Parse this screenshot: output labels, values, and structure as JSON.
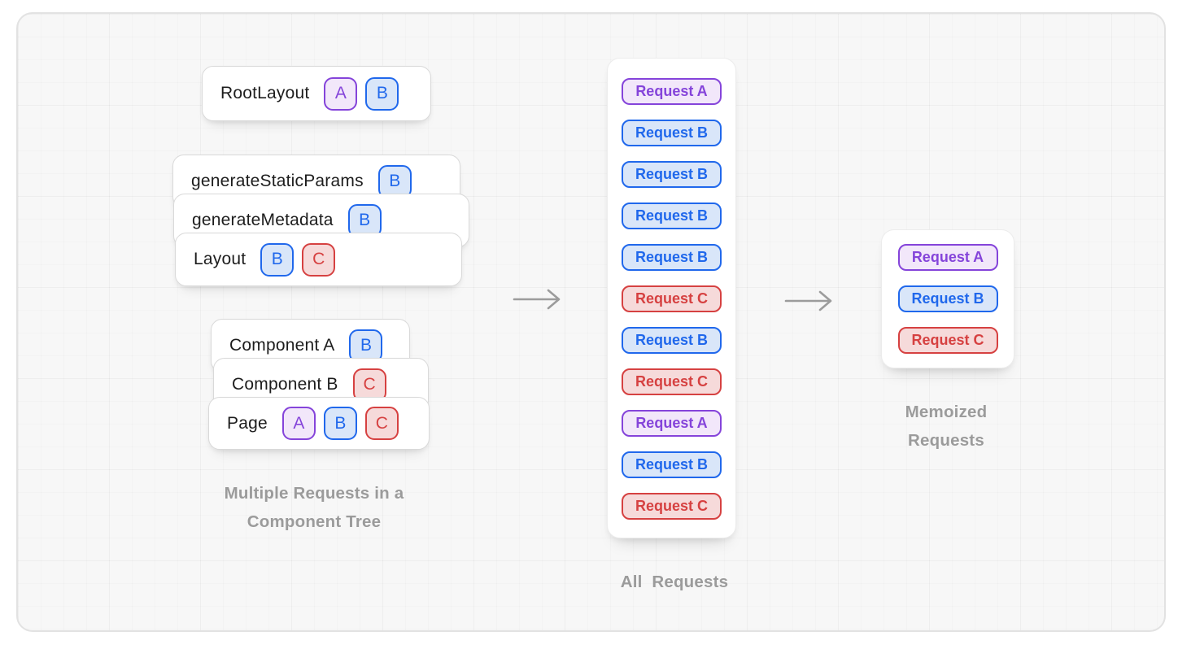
{
  "colors": {
    "A": {
      "border": "#9146d6",
      "bg": "#f2e7fa",
      "text": "#8544da"
    },
    "B": {
      "border": "#2166e0",
      "bg": "#d9e6f9",
      "text": "#2068ec"
    },
    "C": {
      "border": "#d04444",
      "bg": "#f6dada",
      "text": "#d64141"
    }
  },
  "left": {
    "root_card": {
      "label": "RootLayout",
      "badges": [
        "A",
        "B"
      ]
    },
    "stack_layout": [
      {
        "label": "generateStaticParams",
        "badges": [
          "B"
        ]
      },
      {
        "label": "generateMetadata",
        "badges": [
          "B"
        ]
      },
      {
        "label": "Layout",
        "badges": [
          "B",
          "C"
        ]
      }
    ],
    "stack_page": [
      {
        "label": "Component A",
        "badges": [
          "B"
        ]
      },
      {
        "label": "Component B",
        "badges": [
          "C"
        ]
      },
      {
        "label": "Page",
        "badges": [
          "A",
          "B",
          "C"
        ]
      }
    ],
    "caption_line1": "Multiple Requests in a",
    "caption_line2": "Component Tree"
  },
  "middle": {
    "requests": [
      "Request A",
      "Request B",
      "Request B",
      "Request B",
      "Request B",
      "Request C",
      "Request B",
      "Request C",
      "Request A",
      "Request B",
      "Request C"
    ],
    "caption": "All  Requests"
  },
  "right": {
    "requests": [
      "Request A",
      "Request B",
      "Request C"
    ],
    "caption_line1": "Memoized",
    "caption_line2": "Requests"
  }
}
